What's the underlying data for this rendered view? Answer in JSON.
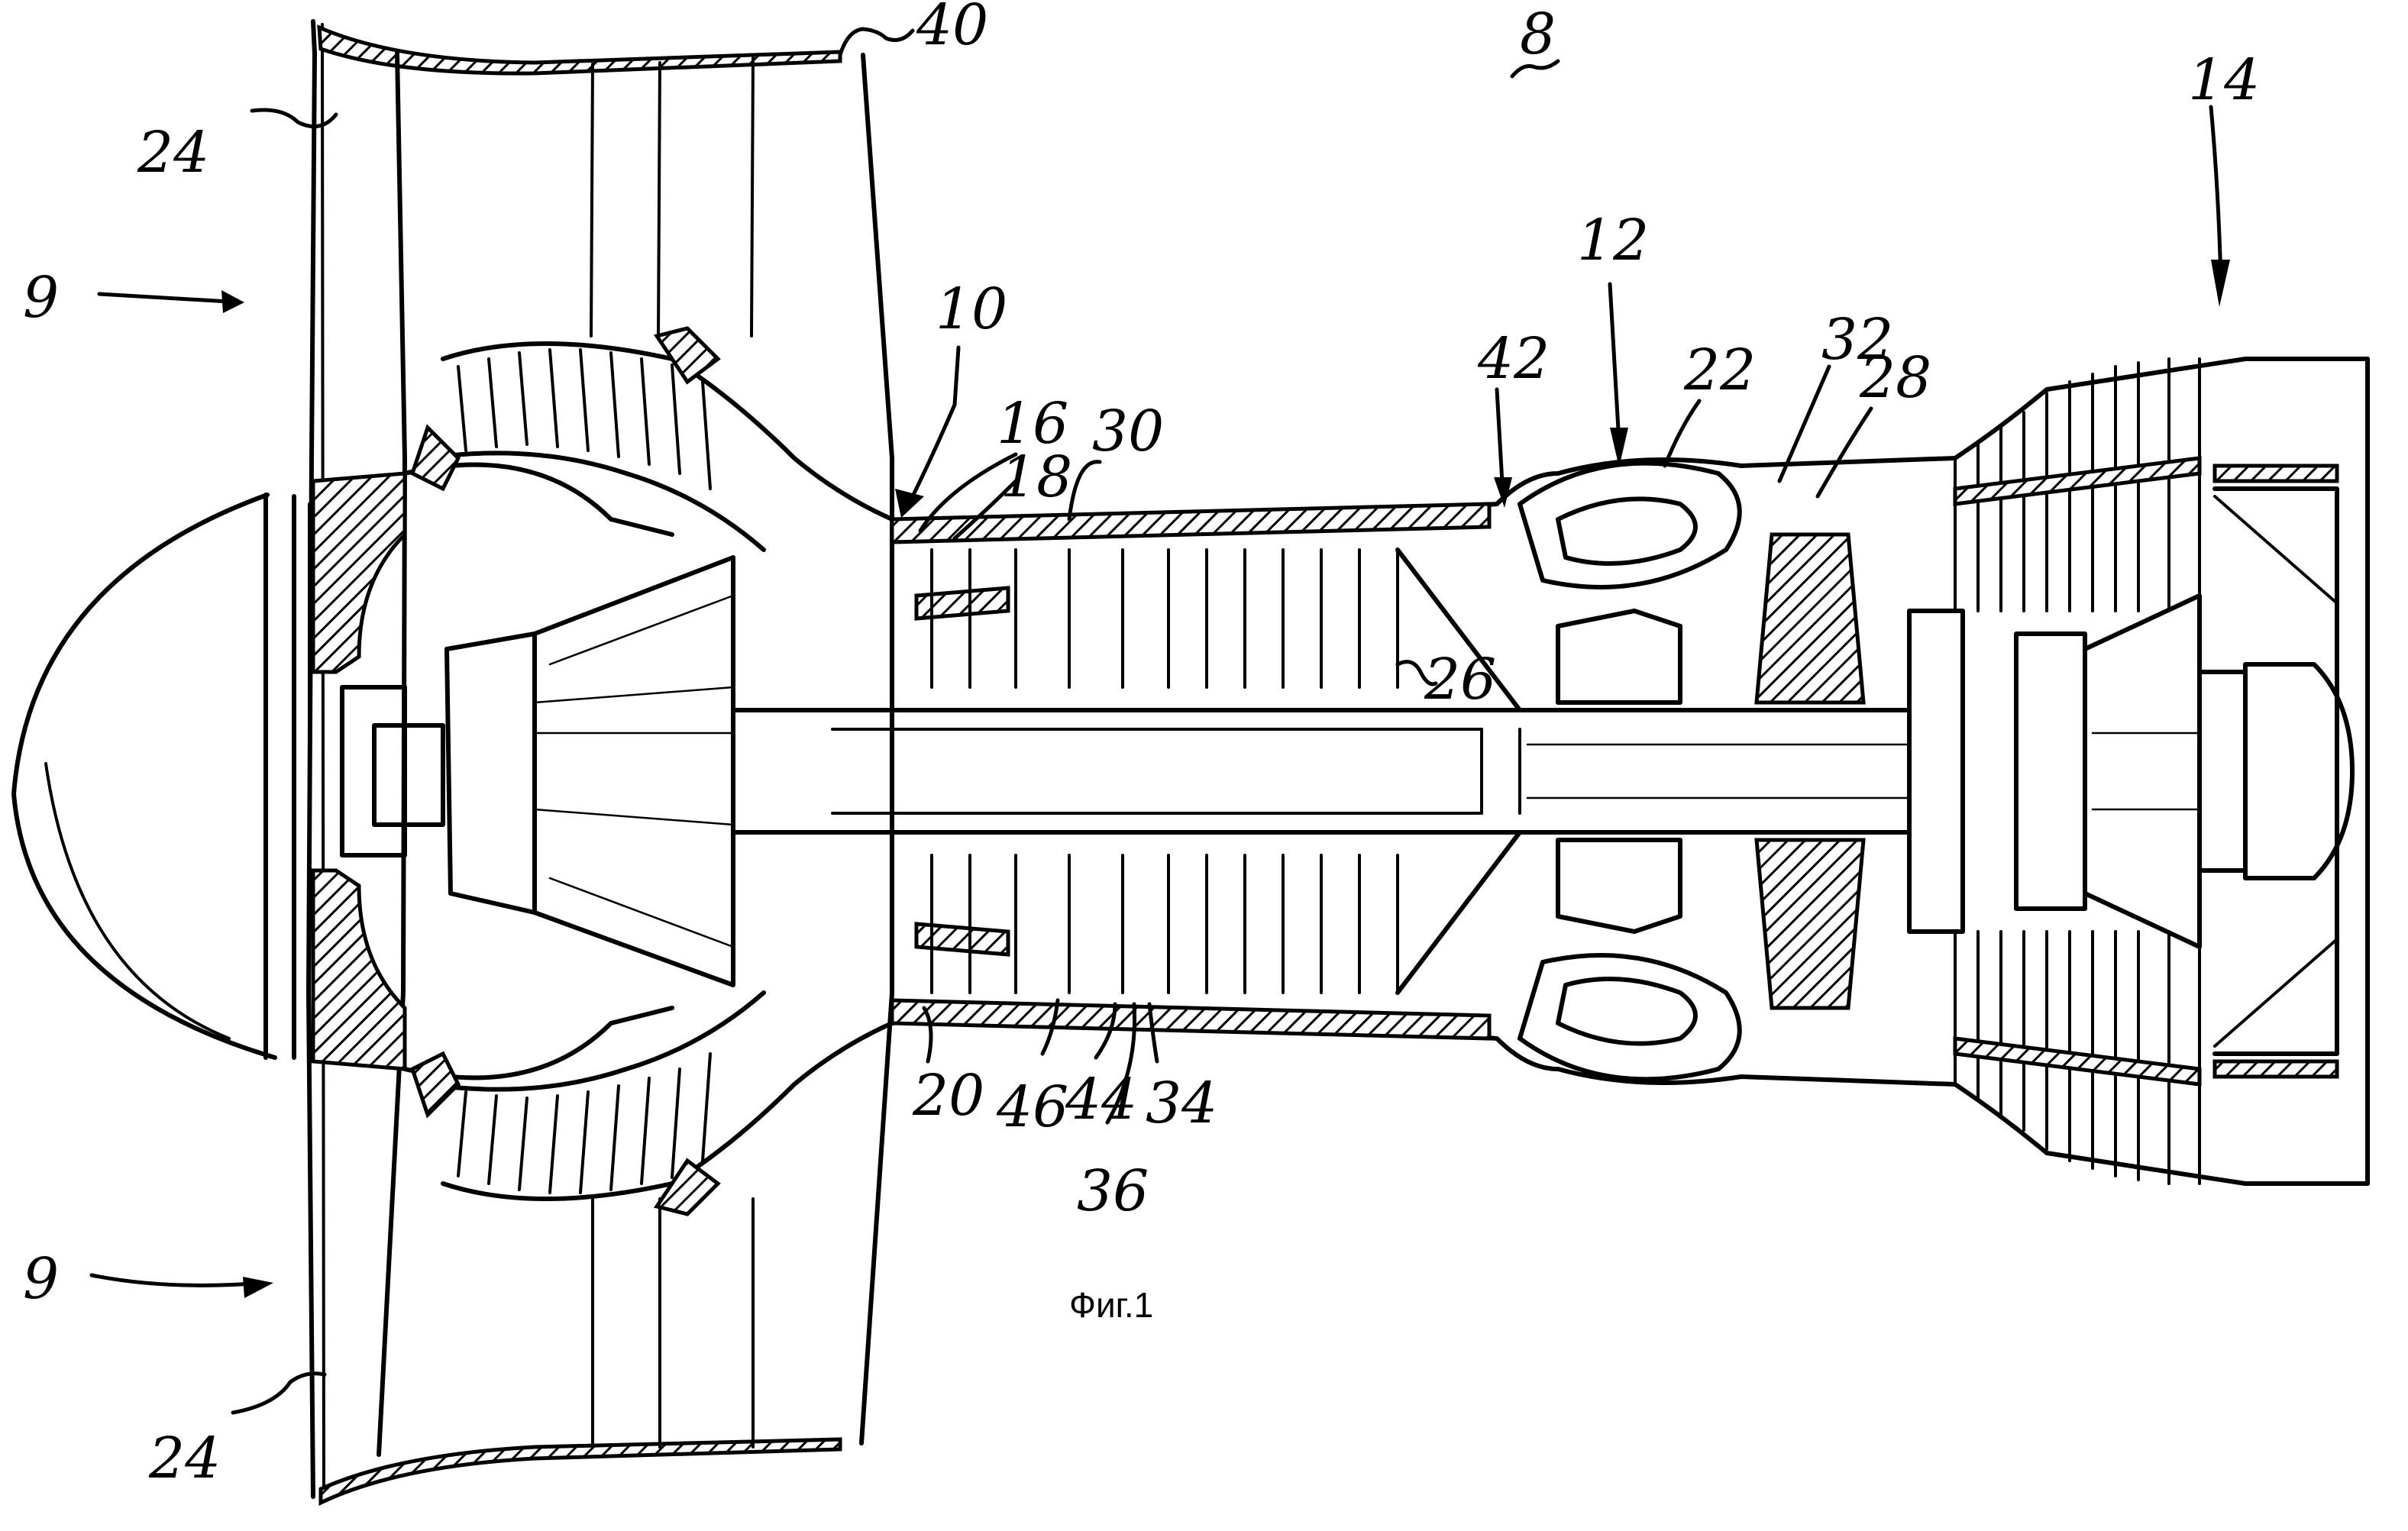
{
  "figure": {
    "caption": "Фиг.1",
    "subject": "turbofan engine longitudinal cross-section",
    "line_color": "#000000",
    "background_color": "#ffffff"
  },
  "reference_numerals": [
    {
      "id": "8",
      "text": "8",
      "part": "engine assembly",
      "pointer": "tilde"
    },
    {
      "id": "9a",
      "text": "9",
      "part": "inlet airflow (upper)",
      "pointer": "arrow"
    },
    {
      "id": "9b",
      "text": "9",
      "part": "inlet airflow (lower)",
      "pointer": "arrow"
    },
    {
      "id": "10",
      "text": "10",
      "part": "compressor section",
      "pointer": "arrow"
    },
    {
      "id": "12",
      "text": "12",
      "part": "combustor section",
      "pointer": "arrow"
    },
    {
      "id": "14",
      "text": "14",
      "part": "turbine section",
      "pointer": "arrow"
    },
    {
      "id": "16",
      "text": "16",
      "part": "compressor casing",
      "pointer": "leader"
    },
    {
      "id": "18",
      "text": "18",
      "part": "compressor inlet",
      "pointer": "leader"
    },
    {
      "id": "20",
      "text": "20",
      "part": "compressor outer wall",
      "pointer": "leader"
    },
    {
      "id": "22",
      "text": "22",
      "part": "combustor casing",
      "pointer": "leader"
    },
    {
      "id": "24a",
      "text": "24",
      "part": "fan blade (upper)",
      "pointer": "leader"
    },
    {
      "id": "24b",
      "text": "24",
      "part": "fan blade (lower)",
      "pointer": "leader"
    },
    {
      "id": "26",
      "text": "26",
      "part": "compressor rotor disc",
      "pointer": "leader"
    },
    {
      "id": "28",
      "text": "28",
      "part": "turbine nozzle",
      "pointer": "leader"
    },
    {
      "id": "30",
      "text": "30",
      "part": "compressor stator",
      "pointer": "leader"
    },
    {
      "id": "32",
      "text": "32",
      "part": "turbine inlet",
      "pointer": "leader"
    },
    {
      "id": "34",
      "text": "34",
      "part": "casing segment",
      "pointer": "leader"
    },
    {
      "id": "36",
      "text": "36",
      "part": "casing segment",
      "pointer": "leader"
    },
    {
      "id": "40",
      "text": "40",
      "part": "fan nacelle",
      "pointer": "tilde"
    },
    {
      "id": "42",
      "text": "42",
      "part": "diffuser",
      "pointer": "arrow"
    },
    {
      "id": "44",
      "text": "44",
      "part": "casing segment",
      "pointer": "leader"
    },
    {
      "id": "46",
      "text": "46",
      "part": "casing segment",
      "pointer": "leader"
    }
  ]
}
